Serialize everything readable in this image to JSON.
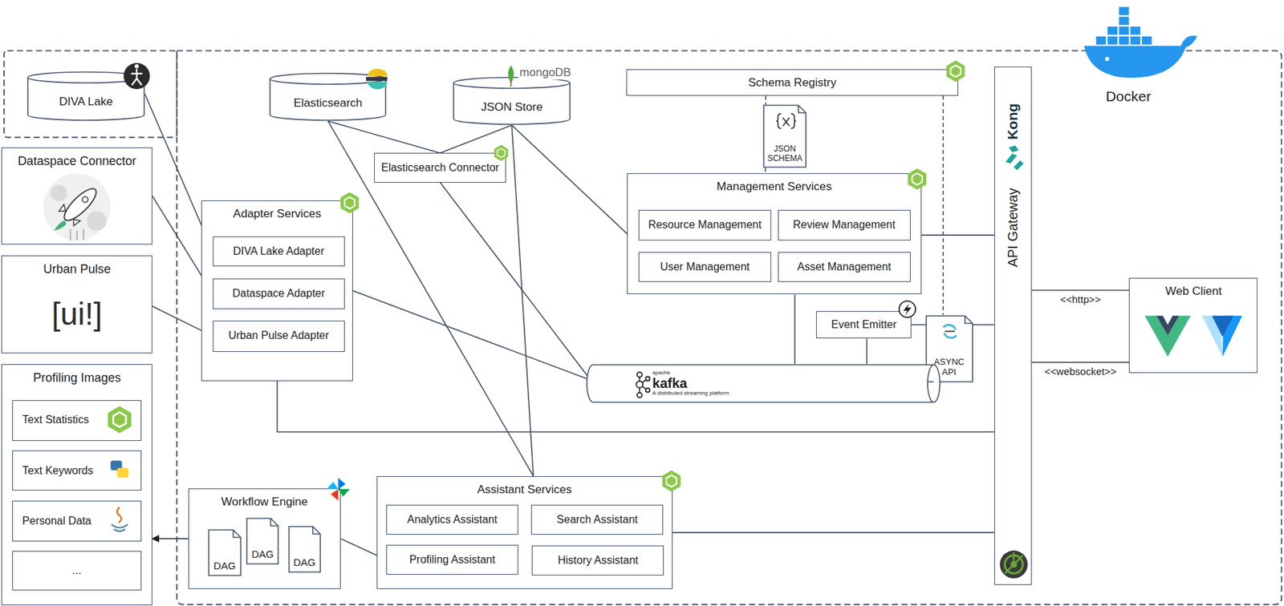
{
  "diagram": {
    "nodes": [
      {
        "text": [
          "DIVA Lake"
        ]
      },
      {
        "text": [
          "Elasticsearch"
        ]
      },
      {
        "text": [
          "JSON Store"
        ]
      },
      {
        "text": [
          "Schema Registry"
        ]
      },
      {
        "text": [
          "JSON SCHEMA"
        ]
      },
      {
        "text": [
          "Elasticsearch Connector"
        ]
      },
      {
        "text": [
          "Management Services"
        ]
      },
      {
        "text": [
          "Resource Management"
        ],
        "in": 6
      },
      {
        "text": [
          "Review Management"
        ],
        "in": 6
      },
      {
        "text": [
          "User Management"
        ],
        "in": 6
      },
      {
        "text": [
          "Asset Management"
        ],
        "in": 6
      },
      {
        "text": [
          "Kong",
          "API Gateway"
        ]
      },
      {
        "text": [
          "Dataspace Connector"
        ]
      },
      {
        "text": [
          "Urban Pulse",
          "[ui!]"
        ]
      },
      {
        "text": [
          "Adapter Services"
        ]
      },
      {
        "text": [
          "DIVA Lake Adapter"
        ],
        "in": 14
      },
      {
        "text": [
          "Dataspace Adapter"
        ],
        "in": 14
      },
      {
        "text": [
          "Urban Pulse Adapter"
        ],
        "in": 14
      },
      {
        "text": [
          "Event Emitter"
        ]
      },
      {
        "text": [
          "ASYNC API"
        ]
      },
      {
        "text": [
          "Web Client"
        ]
      },
      {
        "text": [
          "apache",
          "kafka",
          "A distributed streaming platform"
        ]
      },
      {
        "text": [
          "Profiling Images"
        ]
      },
      {
        "text": [
          "Text Statistics"
        ],
        "in": 22
      },
      {
        "text": [
          "Text Keywords"
        ],
        "in": 22
      },
      {
        "text": [
          "Personal Data"
        ],
        "in": 22
      },
      {
        "text": [
          "..."
        ],
        "in": 22
      },
      {
        "text": [
          "Workflow Engine"
        ]
      },
      {
        "text": [
          "DAG"
        ],
        "in": 27
      },
      {
        "text": [
          "DAG"
        ],
        "in": 27
      },
      {
        "text": [
          "DAG"
        ],
        "in": 27
      },
      {
        "text": [
          "Assistant Services"
        ]
      },
      {
        "text": [
          "Analytics Assistant"
        ],
        "in": 31
      },
      {
        "text": [
          "Search Assistant"
        ],
        "in": 31
      },
      {
        "text": [
          "Profiling Assistant"
        ],
        "in": 31
      },
      {
        "text": [
          "History Assistant"
        ],
        "in": 31
      }
    ],
    "edges": [
      {
        "from": 0,
        "to": 15,
        "arrow": "none"
      },
      {
        "from": 12,
        "to": 16,
        "arrow": "none"
      },
      {
        "from": 13,
        "to": 17,
        "arrow": "none"
      },
      {
        "from": 1,
        "to": 5,
        "arrow": "none"
      },
      {
        "from": 2,
        "to": 5,
        "arrow": "none"
      },
      {
        "from": 1,
        "to": 31,
        "arrow": "none"
      },
      {
        "from": 2,
        "to": 31,
        "arrow": "none"
      },
      {
        "from": 2,
        "to": 6,
        "arrow": "none"
      },
      {
        "from": 5,
        "to": 21,
        "arrow": "none"
      },
      {
        "from": 14,
        "to": 21,
        "arrow": "none"
      },
      {
        "from": 6,
        "to": 21,
        "arrow": "none"
      },
      {
        "from": 18,
        "to": 21,
        "arrow": "none"
      },
      {
        "from": 18,
        "to": 11,
        "arrow": "none"
      },
      {
        "from": 6,
        "to": 11,
        "arrow": "none"
      },
      {
        "from": 14,
        "to": 11,
        "arrow": "none"
      },
      {
        "from": 31,
        "to": 11,
        "arrow": "none"
      },
      {
        "from": 27,
        "to": 34,
        "arrow": "none"
      },
      {
        "from": 27,
        "to": 22,
        "arrow": "to"
      },
      {
        "from": 11,
        "to": 20,
        "label": "<<http>>",
        "arrow": "none"
      },
      {
        "from": 11,
        "to": 20,
        "label": "<<websocket>>",
        "arrow": "none"
      },
      {
        "from": 3,
        "to": 4,
        "arrow": "none"
      },
      {
        "from": 4,
        "to": 6,
        "arrow": "none"
      },
      {
        "from": 3,
        "to": 19,
        "arrow": "none"
      }
    ],
    "labels": [
      "mongoDB",
      "Docker"
    ]
  }
}
